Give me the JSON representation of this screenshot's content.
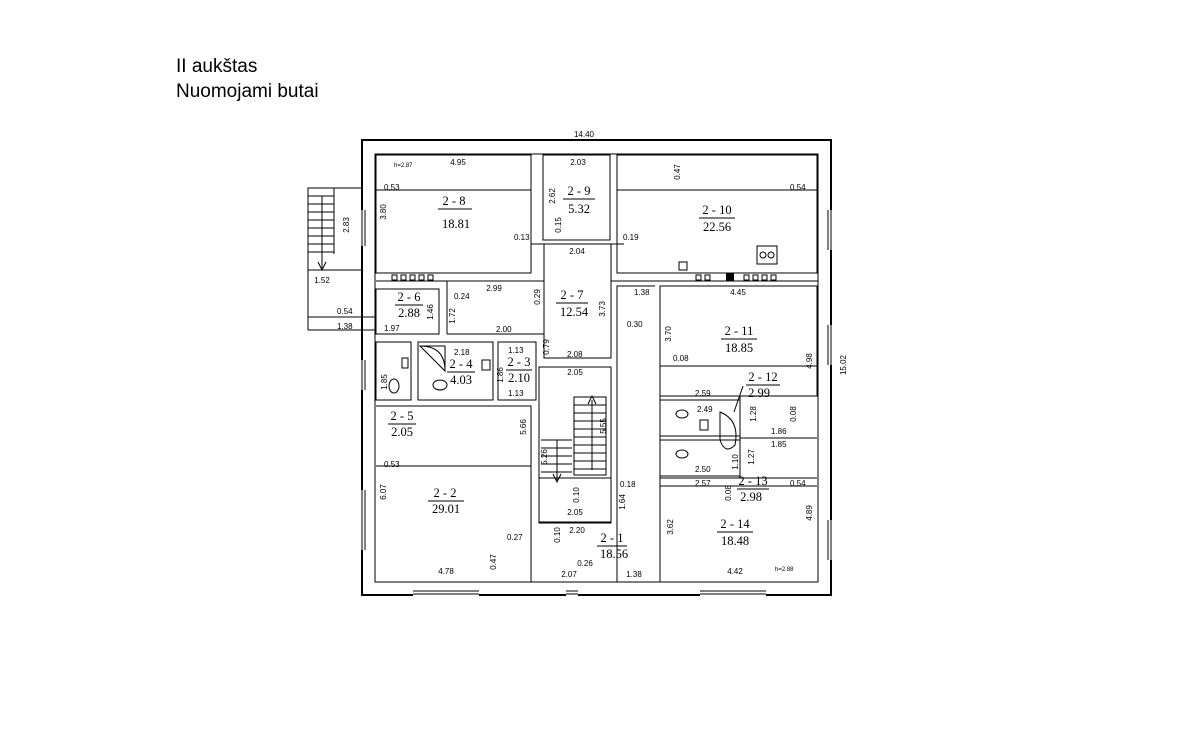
{
  "title": {
    "line1": "II aukštas",
    "line2": "Nuomojami butai"
  },
  "rooms": [
    {
      "id": "2 - 8",
      "area": "18.81"
    },
    {
      "id": "2 - 9",
      "area": "5.32"
    },
    {
      "id": "2 - 10",
      "area": "22.56"
    },
    {
      "id": "2 - 6",
      "area": "2.88"
    },
    {
      "id": "2 - 7",
      "area": "12.54"
    },
    {
      "id": "2 - 4",
      "area": "4.03"
    },
    {
      "id": "2 - 3",
      "area": "2.10"
    },
    {
      "id": "2 - 11",
      "area": "18.85"
    },
    {
      "id": "2 - 12",
      "area": "2.99"
    },
    {
      "id": "2 - 5",
      "area": "2.05"
    },
    {
      "id": "2 - 2",
      "area": "29.01"
    },
    {
      "id": "2 - 13",
      "area": "2.98"
    },
    {
      "id": "2 - 14",
      "area": "18.48"
    },
    {
      "id": "2 - 1",
      "area": "18.56"
    }
  ],
  "dimensions": {
    "overall_width": "14.40",
    "overall_depth": "15.02",
    "stair_outer_width": "1.52",
    "stair_outer_length": "2.83",
    "ceiling_height_left": "h=2.87",
    "ceiling_height_right": "h=2.88",
    "labels": [
      "4.95",
      "0.53",
      "3.80",
      "0.13",
      "2.03",
      "2.62",
      "0.15",
      "2.04",
      "0.47",
      "0.54",
      "0.19",
      "4.45",
      "2.99",
      "0.24",
      "0.29",
      "0.54",
      "1.38",
      "1.46",
      "1.72",
      "1.97",
      "3.73",
      "2.00",
      "2.18",
      "1.13",
      "1.86",
      "0.79",
      "2.08",
      "1.85",
      "1.13",
      "1.38",
      "0.30",
      "3.70",
      "0.08",
      "4.98",
      "2.59",
      "2.49",
      "1.28",
      "0.08",
      "1.86",
      "1.85",
      "2.05",
      "5.66",
      "5.55",
      "5.26",
      "0.10",
      "0.18",
      "1.64",
      "2.05",
      "2.50",
      "1.10",
      "1.27",
      "2.57",
      "0.08",
      "0.54",
      "0.53",
      "6.07",
      "0.27",
      "0.10",
      "2.20",
      "3.62",
      "4.89",
      "4.78",
      "0.47",
      "0.26",
      "2.07",
      "1.38",
      "4.42"
    ]
  }
}
